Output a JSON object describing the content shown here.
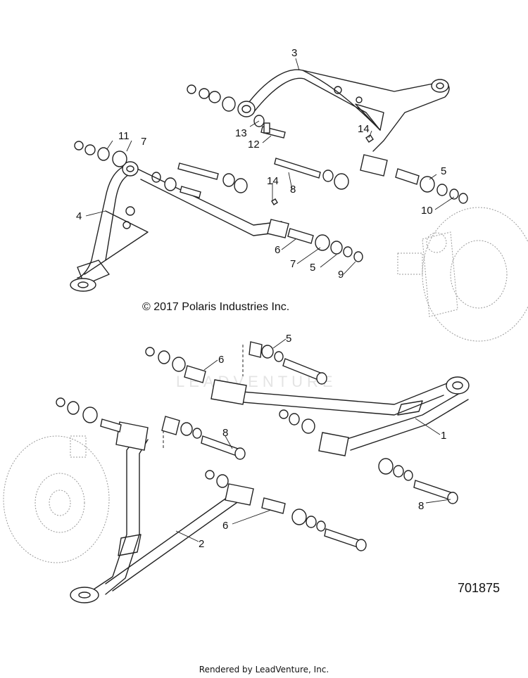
{
  "copyright": "© 2017 Polaris Industries Inc.",
  "diagram_id": "701875",
  "footer": "Rendered by LeadVenture, Inc.",
  "watermark": "LEADVENTURE",
  "callouts": {
    "c1": "1",
    "c2": "2",
    "c3": "3",
    "c4": "4",
    "c5a": "5",
    "c5b": "5",
    "c5c": "5",
    "c6a": "6",
    "c6b": "6",
    "c6c": "6",
    "c7a": "7",
    "c7b": "7",
    "c8a": "8",
    "c8b": "8",
    "c8c": "8",
    "c9": "9",
    "c10": "10",
    "c11": "11",
    "c12": "12",
    "c13": "13",
    "c14a": "14",
    "c14b": "14"
  }
}
